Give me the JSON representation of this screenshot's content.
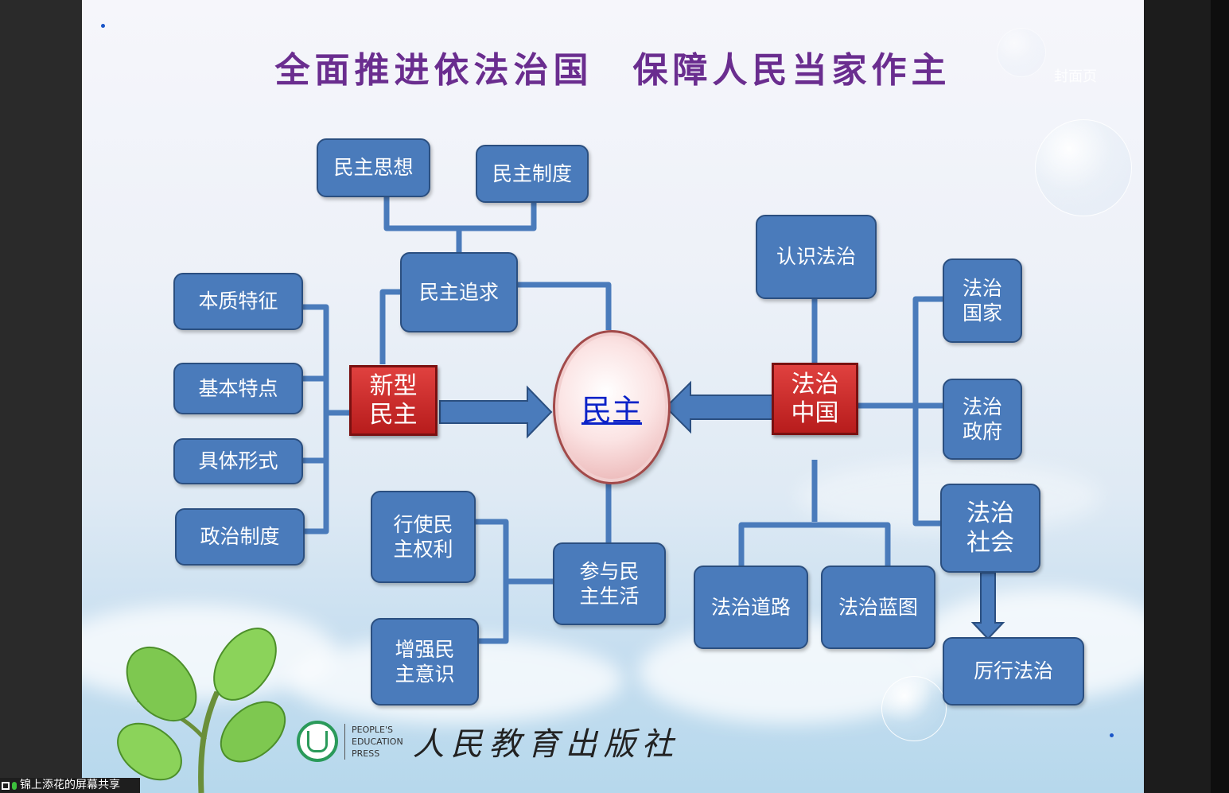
{
  "slide": {
    "title": "全面推进依法治国　保障人民当家作主",
    "cover_link": "封面页"
  },
  "center": {
    "label": "民主"
  },
  "left": {
    "red_box": "新型\n民主",
    "items": [
      "本质特征",
      "基本特点",
      "具体形式",
      "政治制度"
    ]
  },
  "top": {
    "pursuit": "民主追求",
    "thought": "民主思想",
    "system": "民主制度"
  },
  "bottom": {
    "participate": "参与民\n主生活",
    "exercise": "行使民\n主权利",
    "awareness": "增强民\n主意识"
  },
  "right": {
    "red_box": "法治\n中国",
    "understand": "认识法治",
    "country": "法治\n国家",
    "government": "法治\n政府",
    "society": "法治\n社会",
    "practice": "厉行法治",
    "road": "法治道路",
    "blueprint": "法治蓝图"
  },
  "publisher": {
    "english": [
      "PEOPLE'S",
      "EDUCATION",
      "PRESS"
    ],
    "chinese": "人民教育出版社"
  },
  "share_bar": {
    "label": "锦上添花的屏幕共享"
  },
  "colors": {
    "box": "#4a7bbb",
    "box_border": "#2b4f80",
    "red": "#c62828",
    "title": "#6a2d8f"
  }
}
